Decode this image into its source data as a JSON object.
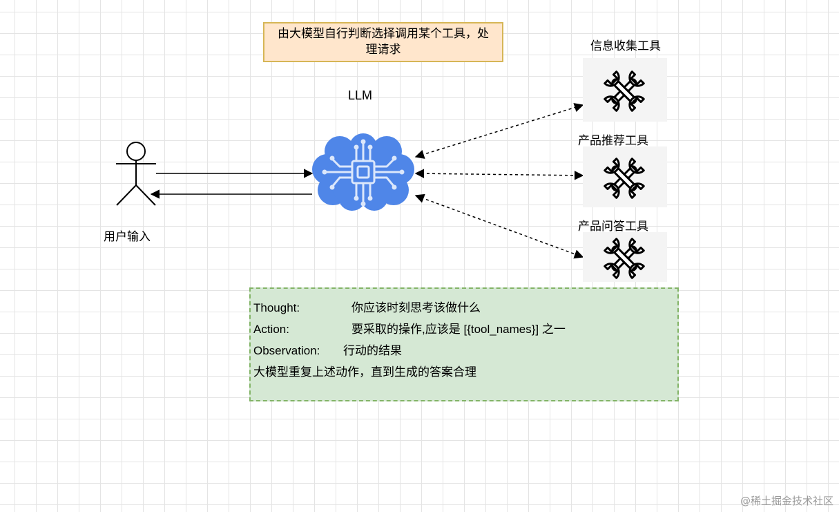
{
  "note": "由大模型自行判断选择调用某个工具，处理请求",
  "llm_label": "LLM",
  "user": {
    "label": "用户输入"
  },
  "tools": [
    {
      "title": "信息收集工具",
      "icon": "wrench-cross-icon"
    },
    {
      "title": "产品推荐工具",
      "icon": "wrench-cross-icon"
    },
    {
      "title": "产品问答工具",
      "icon": "wrench-cross-icon"
    }
  ],
  "react": {
    "thought_key": "Thought:",
    "thought_val": "你应该时刻思考该做什么",
    "action_key": "Action:",
    "action_val": "要采取的操作,应该是 [{tool_names}] 之一",
    "observation_key": "Observation:",
    "observation_val": "行动的结果",
    "summary": "大模型重复上述动作，直到生成的答案合理"
  },
  "watermark": "@稀土掘金技术社区",
  "colors": {
    "note_fill": "#ffe6cc",
    "note_border": "#d6b656",
    "react_fill": "#d5e8d4",
    "react_border": "#82b366",
    "brain": "#4f86e8"
  }
}
